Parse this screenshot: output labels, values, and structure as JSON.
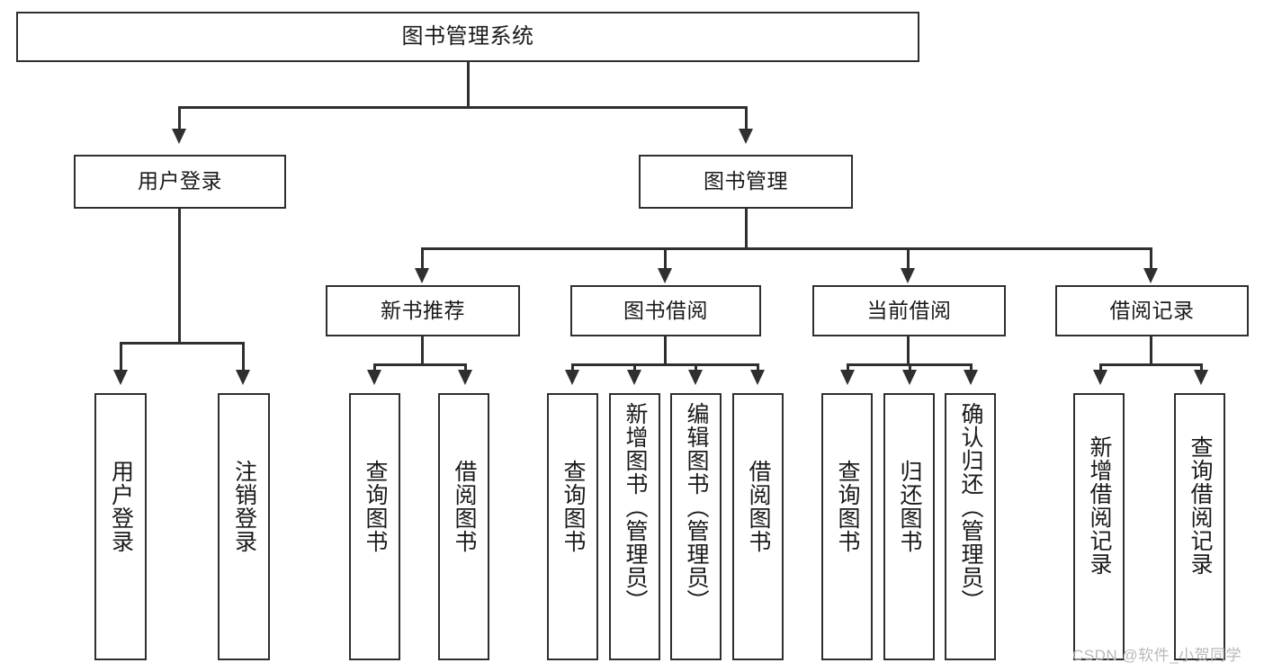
{
  "diagram": {
    "title": "图书管理系统",
    "type": "hierarchy-tree",
    "watermark": "CSDN @软件_小贺同学",
    "colors": {
      "stroke": "#2f2f2f",
      "fill": "#ffffff",
      "text": "#1a1a1a",
      "watermark": "#b9b9b9"
    },
    "root": {
      "label": "图书管理系统"
    },
    "level2": [
      {
        "label": "用户登录"
      },
      {
        "label": "图书管理"
      }
    ],
    "level3": [
      {
        "label": "新书推荐"
      },
      {
        "label": "图书借阅"
      },
      {
        "label": "当前借阅"
      },
      {
        "label": "借阅记录"
      }
    ],
    "leaves": {
      "user_login": [
        {
          "label": "用户登录"
        },
        {
          "label": "注销登录"
        }
      ],
      "new_book_recommend": [
        {
          "label": "查询图书"
        },
        {
          "label": "借阅图书"
        }
      ],
      "book_borrow": [
        {
          "label": "查询图书"
        },
        {
          "label": "新增图书（管理员）"
        },
        {
          "label": "编辑图书（管理员）"
        },
        {
          "label": "借阅图书"
        }
      ],
      "current_borrow": [
        {
          "label": "查询图书"
        },
        {
          "label": "归还图书"
        },
        {
          "label": "确认归还（管理员）"
        }
      ],
      "borrow_record": [
        {
          "label": "新增借阅记录"
        },
        {
          "label": "查询借阅记录"
        }
      ]
    }
  }
}
